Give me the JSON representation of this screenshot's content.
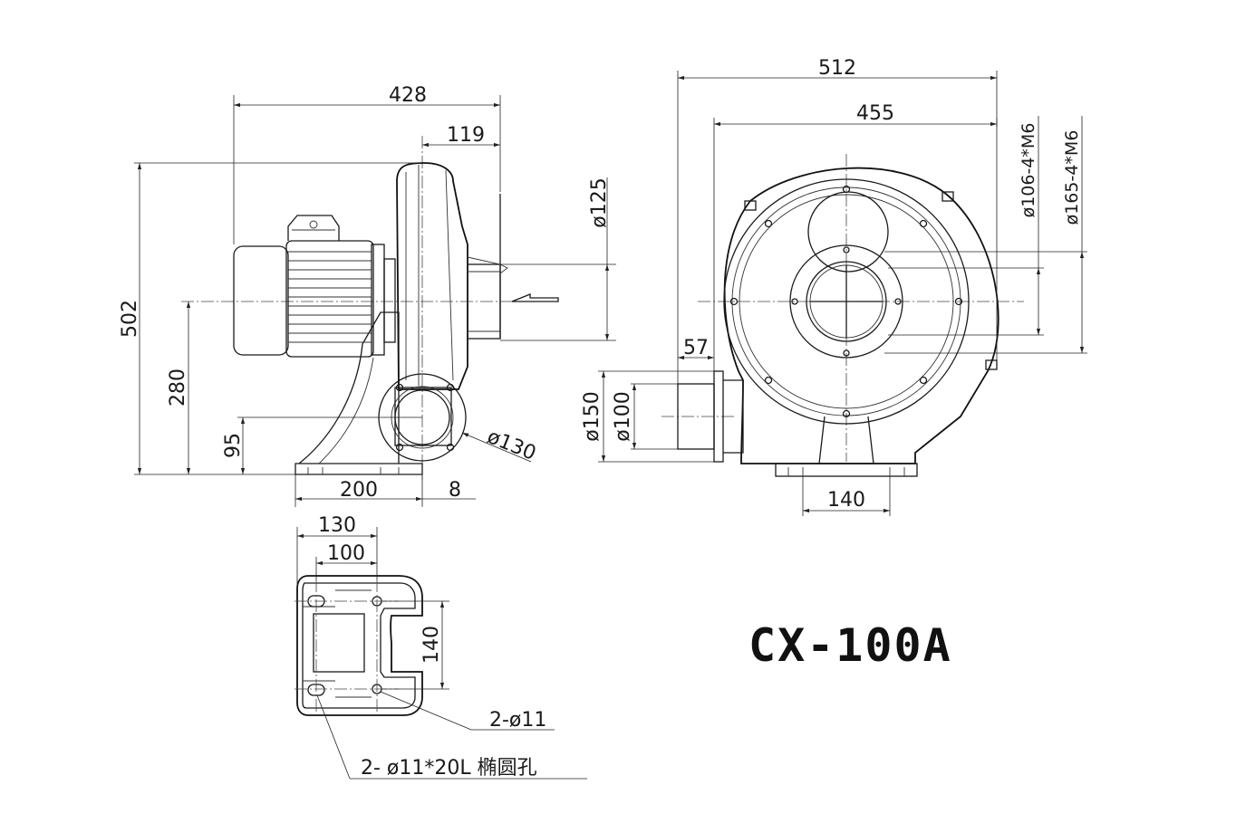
{
  "model": "CX-100A",
  "side_view": {
    "dims": {
      "overall_length": "428",
      "inlet_depth": "119",
      "height": "502",
      "center_height": "280",
      "outlet_height": "95",
      "base_length": "200",
      "base_offset": "8",
      "inlet_dia": "ø125",
      "outlet_flange": "ø130"
    }
  },
  "front_view": {
    "dims": {
      "overall_width": "512",
      "housing_width": "455",
      "outlet_length": "57",
      "flange_outer": "ø150",
      "flange_inner": "ø100",
      "base_width": "140",
      "bolt_circle_inner": "ø106-4*M6",
      "bolt_circle_outer": "ø165-4*M6"
    }
  },
  "base_view": {
    "dims": {
      "outer_width": "130",
      "hole_spacing": "100",
      "row_spacing": "140"
    },
    "notes": {
      "round_holes": "2-ø11",
      "slot_holes": "2- ø11*20L 椭圆孔"
    }
  }
}
